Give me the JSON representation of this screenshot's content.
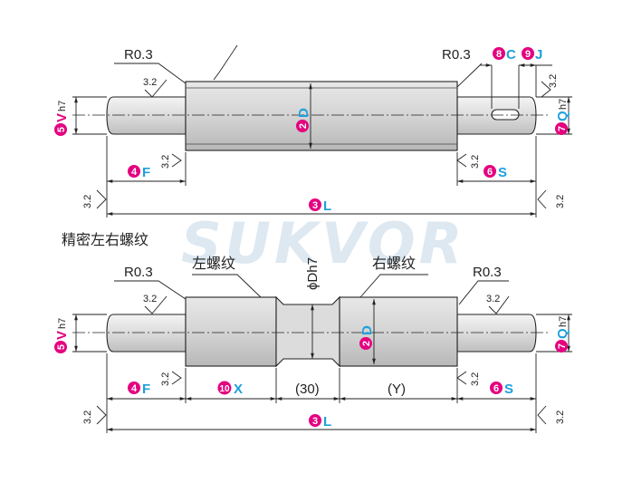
{
  "colors": {
    "badge": "#e4007f",
    "code": "#1ea0dc",
    "part_fill": "#d9d9d9",
    "part_fill_light": "#eeeeee"
  },
  "watermark": "SUKVOR",
  "top": {
    "radius_left": "R0.3",
    "radius_right": "R0.3",
    "rough_left": "3.2",
    "rough_mid_left": "3.2",
    "rough_mid_right": "3.2",
    "rough_right": "3.2",
    "rough_l_left": "3.2",
    "rough_l_right": "3.2",
    "V": {
      "num": "5",
      "code": "V",
      "tol": "h7"
    },
    "D": {
      "num": "2",
      "code": "D"
    },
    "Q": {
      "num": "7",
      "code": "Q",
      "tol": "h7"
    },
    "C": {
      "num": "8",
      "code": "C"
    },
    "J": {
      "num": "9",
      "code": "J"
    },
    "F": {
      "num": "4",
      "code": "F"
    },
    "S": {
      "num": "6",
      "code": "S"
    },
    "L": {
      "num": "3",
      "code": "L"
    }
  },
  "section_title": "精密左右螺纹",
  "bottom": {
    "left_thread": "左螺纹",
    "right_thread": "右螺纹",
    "phi_label": "ϕDh7",
    "radius_left": "R0.3",
    "radius_right": "R0.3",
    "rough_left": "3.2",
    "rough_mid_left": "3.2",
    "rough_mid_right": "3.2",
    "rough_right": "3.2",
    "rough_l_left": "3.2",
    "rough_l_right": "3.2",
    "V": {
      "num": "5",
      "code": "V",
      "tol": "h7"
    },
    "D": {
      "num": "2",
      "code": "D"
    },
    "Q": {
      "num": "7",
      "code": "Q",
      "tol": "h7"
    },
    "F": {
      "num": "4",
      "code": "F"
    },
    "X": {
      "num": "10",
      "code": "X"
    },
    "mid_dim": "(30)",
    "Y_dim": "(Y)",
    "S": {
      "num": "6",
      "code": "S"
    },
    "L": {
      "num": "3",
      "code": "L"
    }
  }
}
